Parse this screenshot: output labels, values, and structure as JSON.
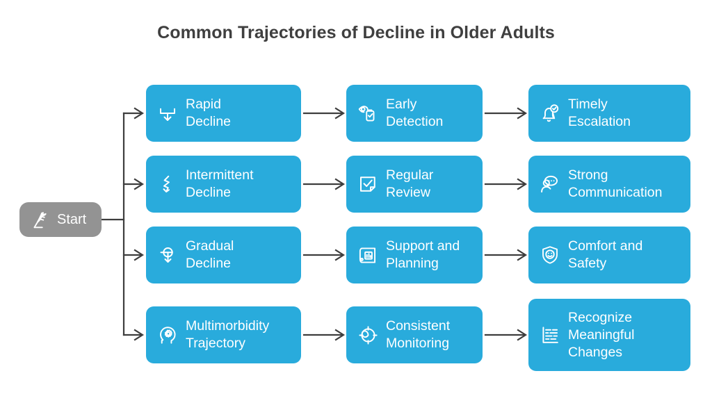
{
  "title": "Common Trajectories of Decline in Older Adults",
  "colors": {
    "node_blue": "#29ABDC",
    "start_gray": "#939393",
    "connector": "#3d3d3d",
    "title_text": "#3f3f3f",
    "node_text": "#ffffff",
    "background": "#ffffff"
  },
  "start": {
    "label": "Start",
    "icon": "checkered-flag-icon"
  },
  "rows": [
    {
      "trajectory": {
        "label": "Rapid\nDecline",
        "icon": "arrow-down-into-bracket-icon"
      },
      "action": {
        "label": "Early\nDetection",
        "icon": "eye-clipboard-icon"
      },
      "outcome": {
        "label": "Timely\nEscalation",
        "icon": "bell-check-icon"
      }
    },
    {
      "trajectory": {
        "label": "Intermittent\nDecline",
        "icon": "zigzag-down-arrow-icon"
      },
      "action": {
        "label": "Regular\nReview",
        "icon": "note-check-icon"
      },
      "outcome": {
        "label": "Strong\nCommunication",
        "icon": "person-speech-bubble-icon"
      }
    },
    {
      "trajectory": {
        "label": "Gradual\nDecline",
        "icon": "loop-down-arrow-icon"
      },
      "action": {
        "label": "Support and\nPlanning",
        "icon": "blueprint-plan-icon"
      },
      "outcome": {
        "label": "Comfort and\nSafety",
        "icon": "shield-smile-icon"
      }
    },
    {
      "trajectory": {
        "label": "Multimorbidity\nTrajectory",
        "icon": "head-gear-icon"
      },
      "action": {
        "label": "Consistent\nMonitoring",
        "icon": "radar-target-icon"
      },
      "outcome": {
        "label": "Recognize\nMeaningful\nChanges",
        "icon": "bar-chart-lines-icon"
      }
    }
  ]
}
